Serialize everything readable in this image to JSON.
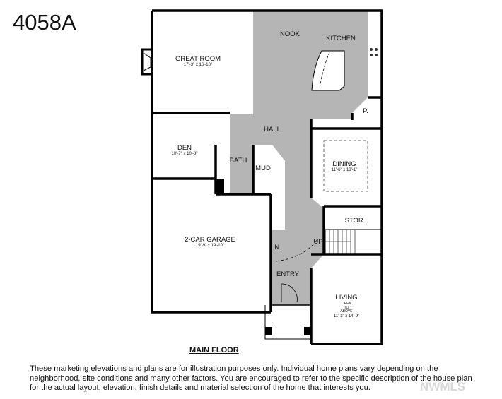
{
  "plan_code": "4058A",
  "rooms": {
    "great_room": {
      "name": "GREAT ROOM",
      "dims": "17'-3\" x 16'-10\""
    },
    "nook": {
      "name": "NOOK"
    },
    "kitchen": {
      "name": "KITCHEN"
    },
    "pantry": {
      "name": "P."
    },
    "hall": {
      "name": "HALL"
    },
    "den": {
      "name": "DEN",
      "dims": "10'-7\" x 10'-8\""
    },
    "bath": {
      "name": "BATH"
    },
    "mud": {
      "name": "MUD"
    },
    "dining": {
      "name": "DINING",
      "dims": "11'-6\" x 13'-1\""
    },
    "garage": {
      "name": "2-CAR GARAGE",
      "dims": "19'-9\" x 19'-10\""
    },
    "storage": {
      "name": "STOR."
    },
    "niche": {
      "name": "N."
    },
    "stairs": {
      "label": "UP"
    },
    "entry": {
      "name": "ENTRY"
    },
    "living": {
      "name": "LIVING",
      "note_1": "OPEN",
      "note_2": "TO",
      "note_3": "ABOVE",
      "dims": "11'-1\" x 14'-9\""
    }
  },
  "floor_title": "MAIN FLOOR",
  "disclaimer": "These marketing elevations and plans are for illustration purposes only.  Individual home plans vary depending on the neighborhood, site conditions and many other factors.  You are encouraged to refer to the specific description of the house plan for the actual layout, elevation, finish details and material selection of the home that interests you.",
  "watermark": "NWMLS",
  "colors": {
    "wall": "#000000",
    "shaded_area": "#b5b5b5",
    "background": "#ffffff"
  }
}
